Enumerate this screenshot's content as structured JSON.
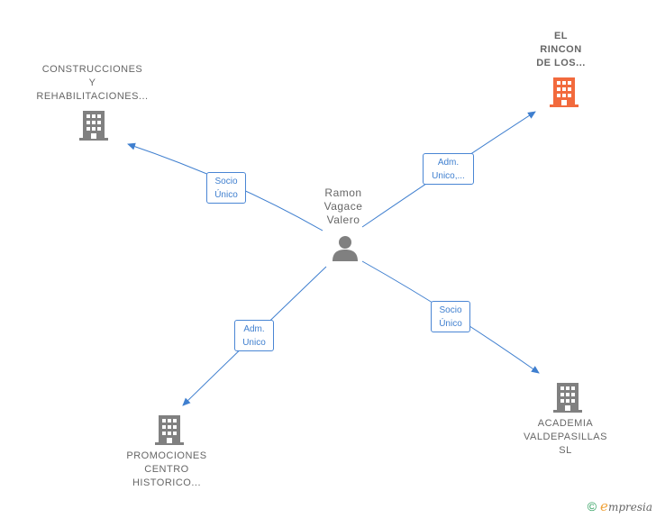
{
  "center": {
    "name_lines": [
      "Ramon",
      "Vagace",
      "Valero"
    ]
  },
  "nodes": [
    {
      "id": "construcciones",
      "lines": [
        "CONSTRUCCIONES",
        "Y",
        "REHABILITACIONES..."
      ],
      "highlight": false
    },
    {
      "id": "el-rincon",
      "lines": [
        "EL",
        "RINCON",
        "DE LOS..."
      ],
      "highlight": true
    },
    {
      "id": "promociones",
      "lines": [
        "PROMOCIONES",
        "CENTRO",
        "HISTORICO..."
      ],
      "highlight": false
    },
    {
      "id": "academia",
      "lines": [
        "ACADEMIA",
        "VALDEPASILLAS",
        "SL"
      ],
      "highlight": false
    }
  ],
  "edges": [
    {
      "to": "construcciones",
      "lines": [
        "Socio",
        "Único"
      ]
    },
    {
      "to": "el-rincon",
      "lines": [
        "Adm.",
        "Unico,..."
      ]
    },
    {
      "to": "promociones",
      "lines": [
        "Adm.",
        "Unico"
      ]
    },
    {
      "to": "academia",
      "lines": [
        "Socio",
        "Único"
      ]
    }
  ],
  "colors": {
    "edge": "#3f7fcf",
    "building": "#808080",
    "building_highlight": "#f26a3d",
    "person": "#808080"
  },
  "footer": {
    "copyright": "©",
    "brand_initial": "e",
    "brand_rest": "mpresia"
  }
}
